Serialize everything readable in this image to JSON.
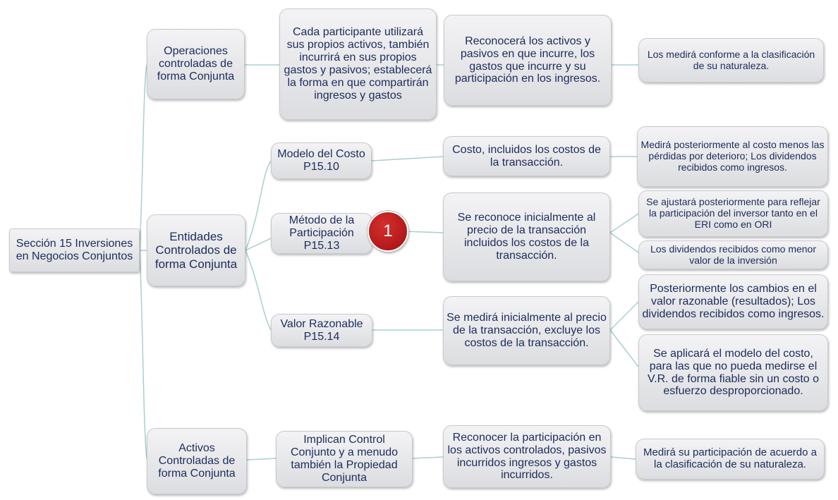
{
  "root": {
    "label": "Sección 15 Inversiones en Negocios Conjuntos"
  },
  "op": {
    "label": "Operaciones controladas de forma Conjunta",
    "desc": "Cada participante utilizará sus propios activos, también incurrirá en sus propios gastos y pasivos; establecerá la forma en que compartirán ingresos y gastos",
    "recog": "Reconocerá los activos y pasivos en que incurre, los gastos que incurre y su participación en los ingresos.",
    "measure": "Los medirá conforme a la clasificación de su naturaleza."
  },
  "ent": {
    "label": "Entidades Controlados de forma Conjunta",
    "cost": {
      "label": "Modelo del Costo P15.10",
      "initial": "Costo, incluidos los costos de la transacción.",
      "later": "Medirá posteriormente al costo menos las pérdidas por deterioro; Los dividendos recibidos como ingresos."
    },
    "equity": {
      "label": "Método de la Participación P15.13",
      "badge": "1",
      "initial": "Se reconoce inicialmente al precio de la transacción incluidos los costos de la transacción.",
      "adjust": "Se ajustará posteriormente para reflejar la participación del inversor tanto en el ERI como en ORI",
      "dividends": "Los dividendos recibidos como menor valor de la inversión"
    },
    "fv": {
      "label": "Valor Razonable P15.14",
      "initial": "Se medirá inicialmente al precio de la transacción, excluye los costos de la transacción.",
      "later": "Posteriormente los cambios en el valor razonable (resultados); Los dividendos recibidos como ingresos.",
      "fallback": "Se aplicará el modelo del costo, para las que no pueda medirse el V.R. de forma fiable sin un costo o esfuerzo desproporcionado."
    }
  },
  "act": {
    "label": "Activos Controladas de forma Conjunta",
    "desc": "Implican Control Conjunto y a menudo también la Propiedad Conjunta",
    "recog": "Reconocer la participación en los activos controlados, pasivos incurridos ingresos y gastos incurridos.",
    "measure": "Medirá su participación de acuerdo a la clasificación de su naturaleza."
  }
}
